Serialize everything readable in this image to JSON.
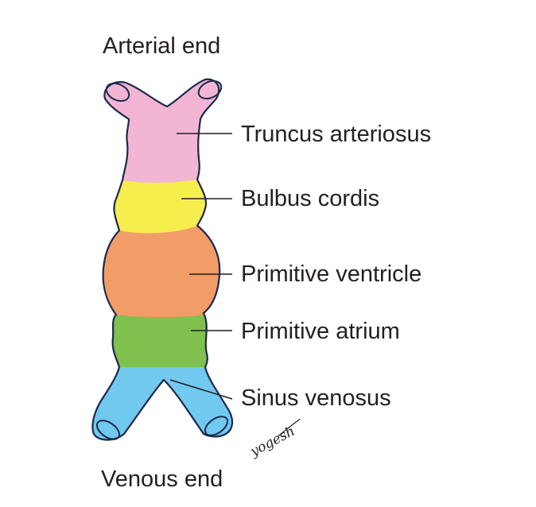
{
  "diagram": {
    "top_label": "Arterial end",
    "bottom_label": "Venous end",
    "signature": "yogesh",
    "segments": [
      {
        "key": "truncus",
        "label": "Truncus arteriosus",
        "color": "#f2b5d4"
      },
      {
        "key": "bulbus",
        "label": "Bulbus cordis",
        "color": "#f5ee4d"
      },
      {
        "key": "ventricle",
        "label": "Primitive ventricle",
        "color": "#f29c68"
      },
      {
        "key": "atrium",
        "label": "Primitive atrium",
        "color": "#80c04f"
      },
      {
        "key": "sinus",
        "label": "Sinus venosus",
        "color": "#72c9f0"
      }
    ],
    "outline_color": "#1b2a4a"
  }
}
